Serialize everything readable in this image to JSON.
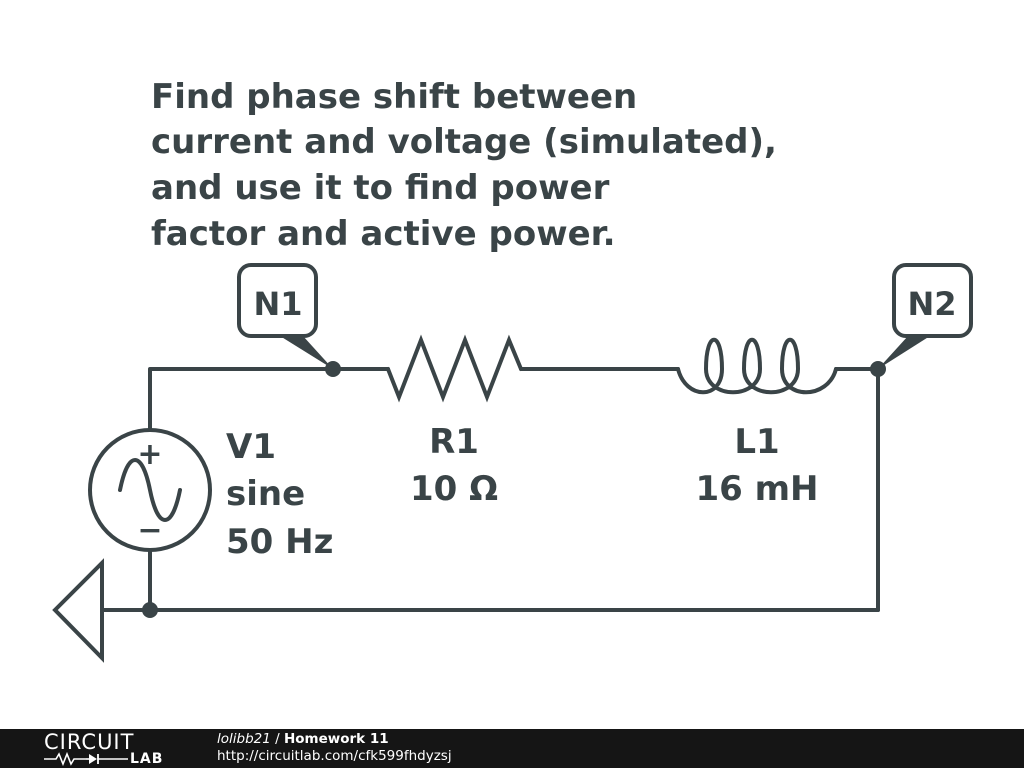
{
  "prompt_lines": [
    "Find phase shift between",
    "current and voltage (simulated),",
    "and use it to find power",
    "factor and active power."
  ],
  "nodes": {
    "n1": "N1",
    "n2": "N2"
  },
  "components": {
    "source": {
      "name": "V1",
      "type": "sine",
      "frequency": "50 Hz",
      "plus": "+",
      "minus": "−"
    },
    "resistor": {
      "name": "R1",
      "value": "10 Ω"
    },
    "inductor": {
      "name": "L1",
      "value": "16 mH"
    }
  },
  "footer": {
    "logo_top": "CIRCUIT",
    "logo_bottom": "LAB",
    "user": "lolibb21",
    "separator": " / ",
    "title": "Homework 11",
    "url": "http://circuitlab.com/cfk599fhdyzsj"
  },
  "colors": {
    "ink": "#3a4447",
    "footer_bg": "#151515",
    "footer_text": "#ffffff"
  }
}
